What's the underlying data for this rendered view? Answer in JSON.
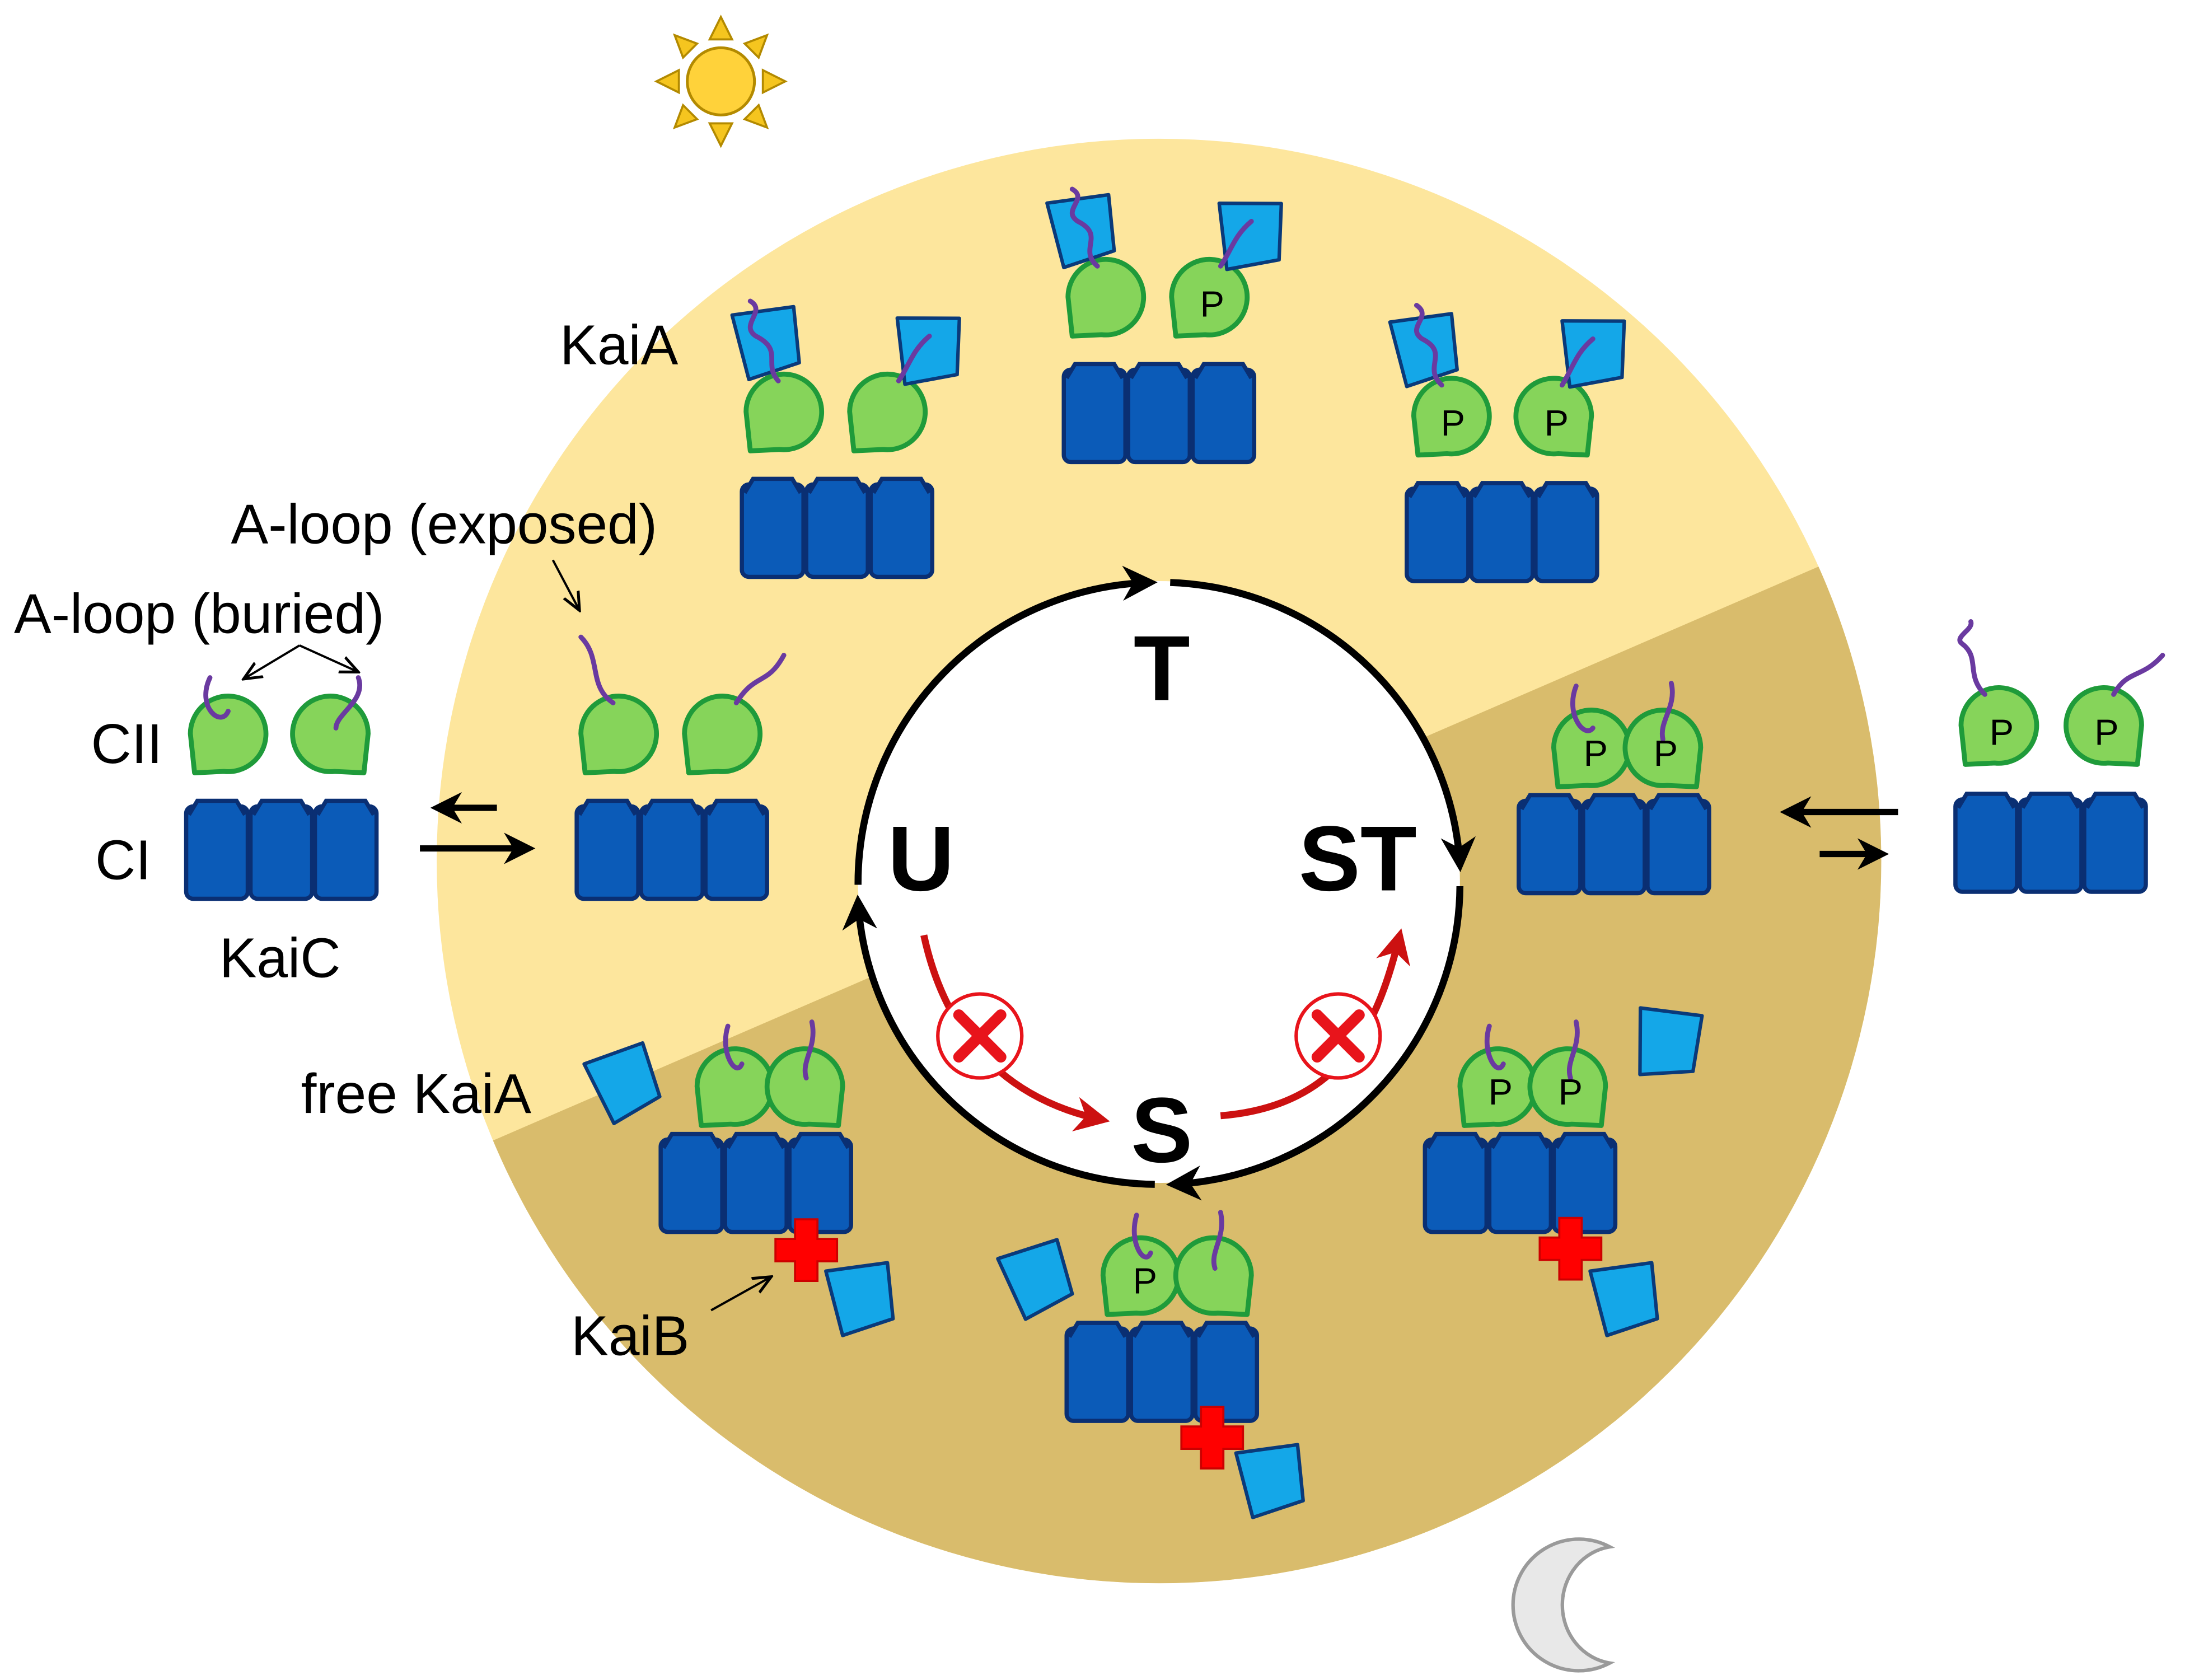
{
  "labels": {
    "kaiA": "KaiA",
    "aloopExposed": "A-loop (exposed)",
    "aloopBuried": "A-loop (buried)",
    "cII": "CII",
    "cI": "CI",
    "kaiC": "KaiC",
    "freeKaiA": "free KaiA",
    "kaiB": "KaiB"
  },
  "states": {
    "t": "T",
    "st": "ST",
    "s": "S",
    "u": "U"
  },
  "phospho": "P",
  "colors": {
    "dayPhase": "#fde69d",
    "nightPhase": "#d9bc6c",
    "kaiCBody": "#0b5bb8",
    "kaiCOutline": "#0a2f73",
    "kaiCIIFill": "#86d45a",
    "kaiCIIOutline": "#1f9b3a",
    "kaiAFill": "#14a7e8",
    "kaiAOutline": "#0a3a7a",
    "aLoop": "#6a3aa0",
    "kaiB": "#ff0000",
    "cycleArrow": "#000000",
    "blockedArrow": "#cc1111",
    "blockedMark": "#e8141b"
  },
  "icons": {
    "sun": "sun-icon",
    "moon": "moon-icon",
    "blocked": "blocked-x-icon"
  }
}
